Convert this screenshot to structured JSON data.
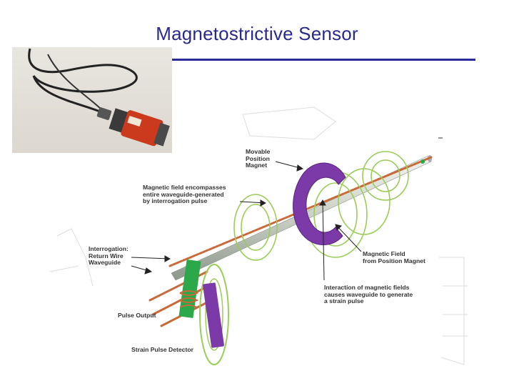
{
  "slide": {
    "title": "Magnetostrictive Sensor"
  },
  "photo": {
    "icon": "magnetostrictive-sensor-photo"
  },
  "labels": {
    "movable_magnet": "Movable\nPosition\nMagnet",
    "field_encompasses": "Magnetic field encompasses\nentire waveguide-generated\nby interrogation pulse",
    "interrogation": "Interrogation:\nReturn Wire\nWaveguide",
    "field_from_magnet": "Magnetic Field\nfrom Position Magnet",
    "interaction": "Interaction of magnetic fields\ncauses waveguide to generate\na strain pulse",
    "pulse_output": "Pulse Output",
    "strain_detector": "Strain Pulse Detector"
  },
  "colors": {
    "title": "#2a2a8c",
    "rule": "#2a2a9c",
    "magnet": "#7b3aa8",
    "field_lines": "#9ccc5a",
    "wire": "#c86a3a",
    "output_block": "#2aa84a"
  }
}
